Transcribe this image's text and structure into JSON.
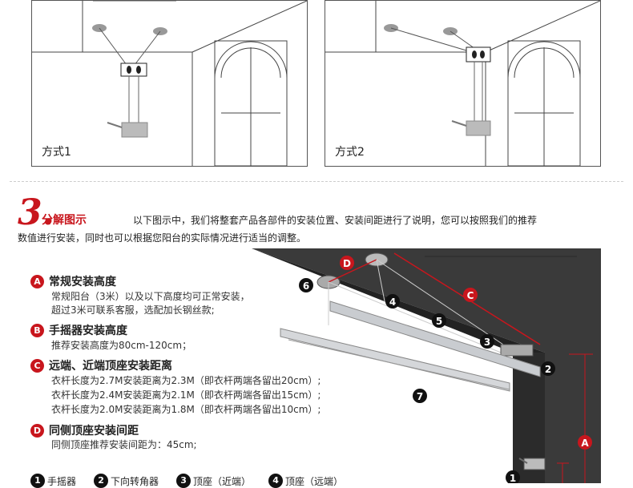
{
  "panels": [
    {
      "label": "方式1"
    },
    {
      "label": "方式2"
    }
  ],
  "step": {
    "number": "3.",
    "title": "分解图示",
    "intro_line1": "以下图示中，我们将整套产品各部件的安装位置、安装间距进行了说明，您可以按照我们的推荐",
    "intro_line2": "数值进行安装，同时也可以根据您阳台的实际情况进行适当的调整。"
  },
  "sections": [
    {
      "badge": "A",
      "title": "常规安装高度",
      "lines": [
        "常规阳台（3米）以及以下高度均可正常安装，",
        "超过3米可联系客服，选配加长钢丝款;"
      ]
    },
    {
      "badge": "B",
      "title": "手摇器安装高度",
      "lines": [
        "推荐安装高度为80cm-120cm；"
      ]
    },
    {
      "badge": "C",
      "title": "远端、近端顶座安装距离",
      "lines": [
        "衣杆长度为2.7M安装距离为2.3M（即衣杆两端各留出20cm）;",
        "衣杆长度为2.4M安装距离为2.1M（即衣杆两端各留出15cm）;",
        "衣杆长度为2.0M安装距离为1.8M（即衣杆两端各留出10cm）;"
      ]
    },
    {
      "badge": "D",
      "title": "同侧顶座安装间距",
      "lines": [
        "同侧顶座推荐安装间距为：45cm;"
      ]
    }
  ],
  "diagram_callouts": [
    "D",
    "C",
    "A",
    "1",
    "2",
    "3",
    "4",
    "5",
    "6",
    "7"
  ],
  "legend": [
    {
      "num": "1",
      "label": "手摇器"
    },
    {
      "num": "2",
      "label": "下向转角器"
    },
    {
      "num": "3",
      "label": "顶座（近端）"
    },
    {
      "num": "4",
      "label": "顶座（远端）"
    }
  ],
  "colors": {
    "accent": "#c8161d",
    "ceiling": "#3a3a3a",
    "bar": "#c9ccd0"
  }
}
